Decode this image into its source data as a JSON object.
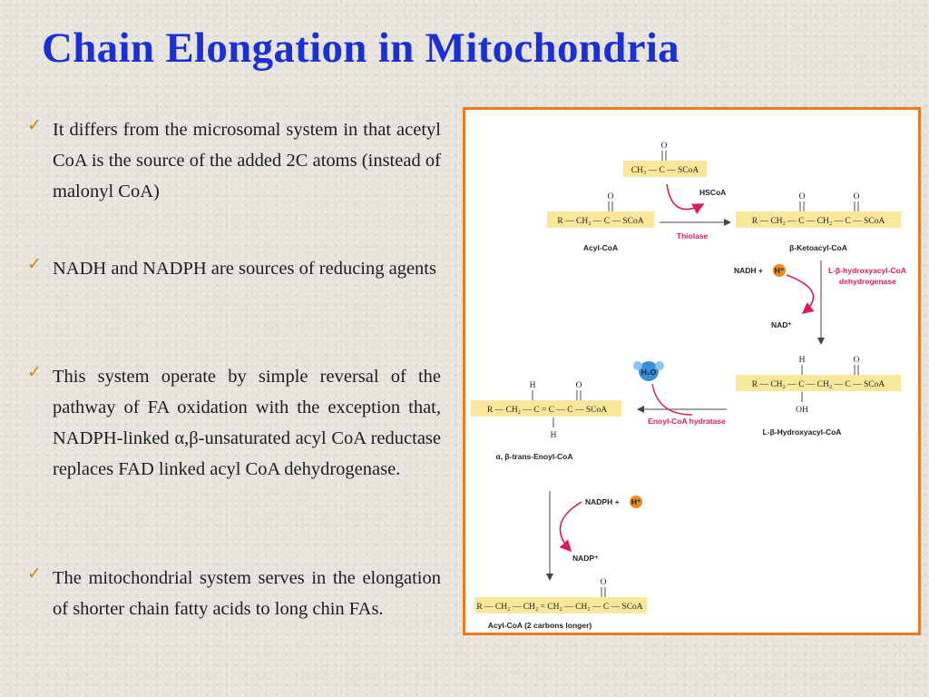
{
  "title": "Chain Elongation in Mitochondria",
  "bullets": [
    "It differs from the microsomal system in that acetyl CoA is the source of the added 2C atoms (instead of malonyl CoA)",
    "NADH and NADPH are sources of reducing agents",
    "This system operate by simple reversal of the pathway of FA oxidation with the exception that, NADPH-linked α,β-unsaturated acyl CoA reductase replaces FAD linked acyl CoA dehydrogenase.",
    "The mitochondrial system serves in the elongation of shorter chain fatty acids to long chin FAs."
  ],
  "diagram": {
    "acetyl_coa_formula": "CH₃ — C — SCoA",
    "acyl_coa_formula": "R — CH₂ — C — SCoA",
    "acyl_coa_label": "Acyl-CoA",
    "hscoa": "HSCoA",
    "thiolase": "Thiolase",
    "ketoacyl_formula": "R — CH₂ — C — CH₂ — C — SCoA",
    "ketoacyl_label": "β-Ketoacyl-CoA",
    "nadh": "NADH +",
    "h_plus": "H⁺",
    "nad_plus": "NAD⁺",
    "hydroxyacyl_dehydrogenase": [
      "L-β-hydroxyacyl-CoA",
      "dehydrogenase"
    ],
    "hydroxyacyl_formula": "R — CH₂ — C — CH₂ — C — SCoA",
    "hydroxyacyl_label": "L-β-Hydroxyacyl-CoA",
    "h2o": "H₂O",
    "hydratase": "Enoyl-CoA hydratase",
    "enoyl_formula": "R — CH₂ — C = C — C — SCoA",
    "enoyl_label": "α, β-trans-Enoyl-CoA",
    "nadph": "NADPH +",
    "nadp_plus": "NADP⁺",
    "product_formula": "R — CH₂ — CH₂ = CH₂ — CH₂ — C — SCoA",
    "product_label": "Acyl-CoA (2 carbons longer)",
    "atom_o": "O",
    "atom_h": "H",
    "atom_oh": "OH"
  },
  "colors": {
    "title": "#1a2fd6",
    "check": "#c98a00",
    "frame_border": "#ee7a1e",
    "formula_highlight": "#fbe79a",
    "enzyme_text": "#d81b60",
    "h_plus_circle": "#f08a1c",
    "water_icon": "#3a8fd9"
  },
  "icons": {
    "bullet": "check-icon",
    "water": "water-molecule-icon"
  }
}
